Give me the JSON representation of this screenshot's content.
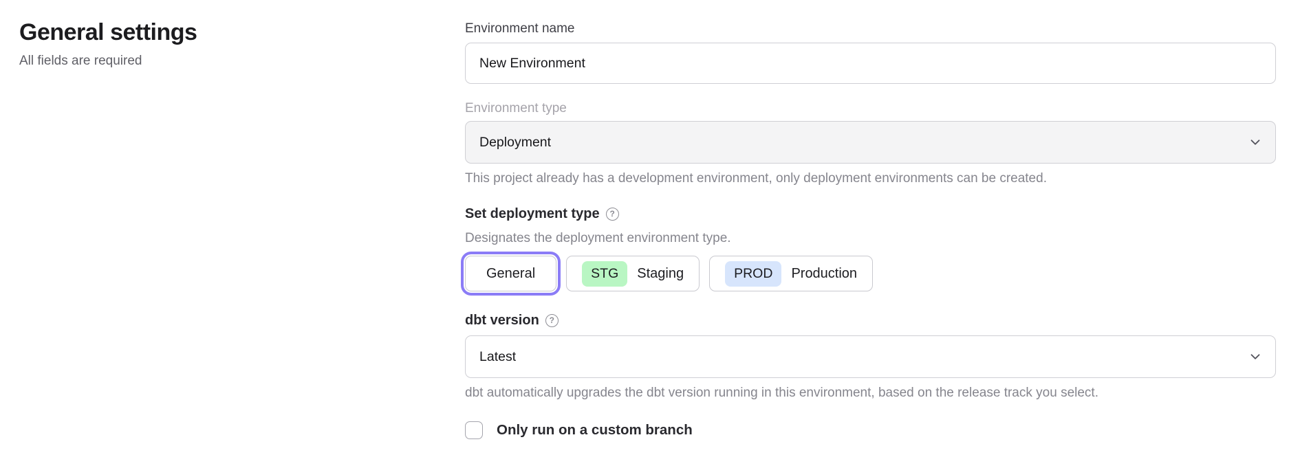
{
  "page": {
    "heading": "General settings",
    "subheading": "All fields are required"
  },
  "form": {
    "environment_name": {
      "label": "Environment name",
      "value": "New Environment"
    },
    "environment_type": {
      "label": "Environment type",
      "value": "Deployment",
      "disabled": true,
      "helper": "This project already has a development environment, only deployment environments can be created."
    },
    "deployment_type": {
      "label": "Set deployment type",
      "helper": "Designates the deployment environment type.",
      "options": [
        {
          "label": "General",
          "selected": true
        },
        {
          "badge": "STG",
          "label": "Staging",
          "selected": false
        },
        {
          "badge": "PROD",
          "label": "Production",
          "selected": false
        }
      ]
    },
    "dbt_version": {
      "label": "dbt version",
      "value": "Latest",
      "helper": "dbt automatically upgrades the dbt version running in this environment, based on the release track you select."
    },
    "custom_branch": {
      "label": "Only run on a custom branch",
      "checked": false
    }
  },
  "icons": {
    "help": "?"
  },
  "colors": {
    "accent_ring": "#8b7cf6",
    "stg_badge_bg": "#b9f6c3",
    "prod_badge_bg": "#d7e5fc",
    "input_border": "#cfcfd4",
    "disabled_bg": "#f4f4f5",
    "helper_text": "#85858d"
  }
}
